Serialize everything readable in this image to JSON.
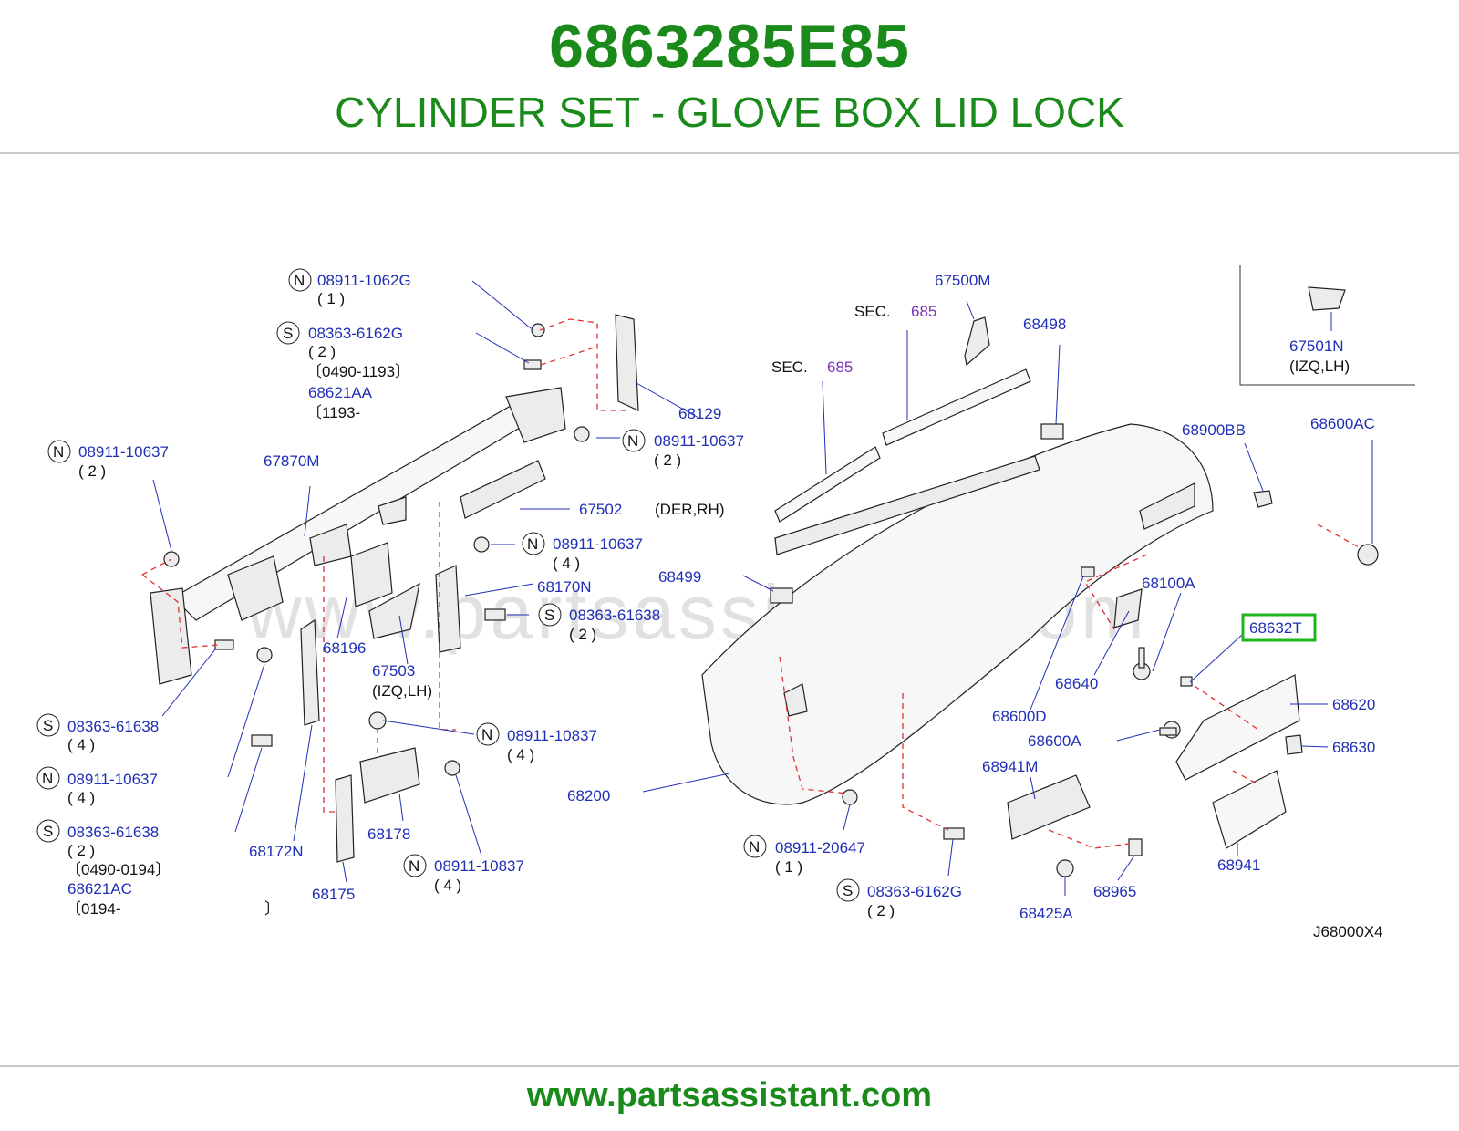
{
  "header": {
    "part_number": "6863285E85",
    "description": "CYLINDER SET - GLOVE BOX LID LOCK"
  },
  "footer": {
    "url": "www.partsassistant.com"
  },
  "watermark": "www.partsassistant.com",
  "diagram": {
    "code": "J68000X4",
    "highlighted": "68632T",
    "labels": {
      "n_08911_1062G": "08911-1062G",
      "q1": "( 1 )",
      "s_08363_6162G": "08363-6162G",
      "q2": "( 2 )",
      "r_0490_1193": "〔0490-1193〕",
      "p_68621AA": "68621AA",
      "r_1193": "〔1193-",
      "n_08911_10637_a": "08911-10637",
      "q2_a": "( 2 )",
      "p_67870M": "67870M",
      "p_68129": "68129",
      "n_08911_10637_b": "08911-10637",
      "q2_b": "( 2 )",
      "p_67502": "67502",
      "der_rh": "(DER,RH)",
      "n_08911_10637_c": "08911-10637",
      "q4_c": "( 4 )",
      "p_68170N": "68170N",
      "s_08363_61638_a": "08363-61638",
      "q2_d": "( 2 )",
      "p_68196": "68196",
      "p_67503": "67503",
      "izq_lh_a": "(IZQ,LH)",
      "s_08363_61638_b": "08363-61638",
      "q4_b": "( 4 )",
      "n_08911_10637_d": "08911-10637",
      "q4_d": "( 4 )",
      "s_08363_61638_c": "08363-61638",
      "q2_e": "( 2 )",
      "r_0490_0194": "〔0490-0194〕",
      "p_68621AC": "68621AC",
      "r_0194": "〔0194-",
      "r_close": "〕",
      "p_68172N": "68172N",
      "p_68178": "68178",
      "p_68175": "68175",
      "n_08911_10837_a": "08911-10837",
      "q4_e": "( 4 )",
      "n_08911_10837_b": "08911-10837",
      "q4_f": "( 4 )",
      "sec1_prefix": "SEC.",
      "sec1_num": "685",
      "sec2_prefix": "SEC.",
      "sec2_num": "685",
      "p_67500M": "67500M",
      "p_68498": "68498",
      "p_67501N": "67501N",
      "izq_lh_b": "(IZQ,LH)",
      "p_68900BB": "68900BB",
      "p_68600AC": "68600AC",
      "p_68499": "68499",
      "p_68100A": "68100A",
      "p_68632T": "68632T",
      "p_68640": "68640",
      "p_68600D": "68600D",
      "p_68620": "68620",
      "p_68600A": "68600A",
      "p_68630": "68630",
      "p_68200": "68200",
      "p_68941M": "68941M",
      "n_08911_20647": "08911-20647",
      "q1_b": "( 1 )",
      "s_08363_6162G_b": "08363-6162G",
      "q2_f": "( 2 )",
      "p_68425A": "68425A",
      "p_68965": "68965",
      "p_68941": "68941",
      "code": "J68000X4"
    },
    "markers": {
      "n": "N",
      "s": "S"
    }
  },
  "colors": {
    "title_green": "#1a8a1a",
    "label_blue": "#1f2fb5",
    "section_purple": "#7b2fb5",
    "leader_red": "#e03030",
    "highlight": "#1fb51f"
  }
}
